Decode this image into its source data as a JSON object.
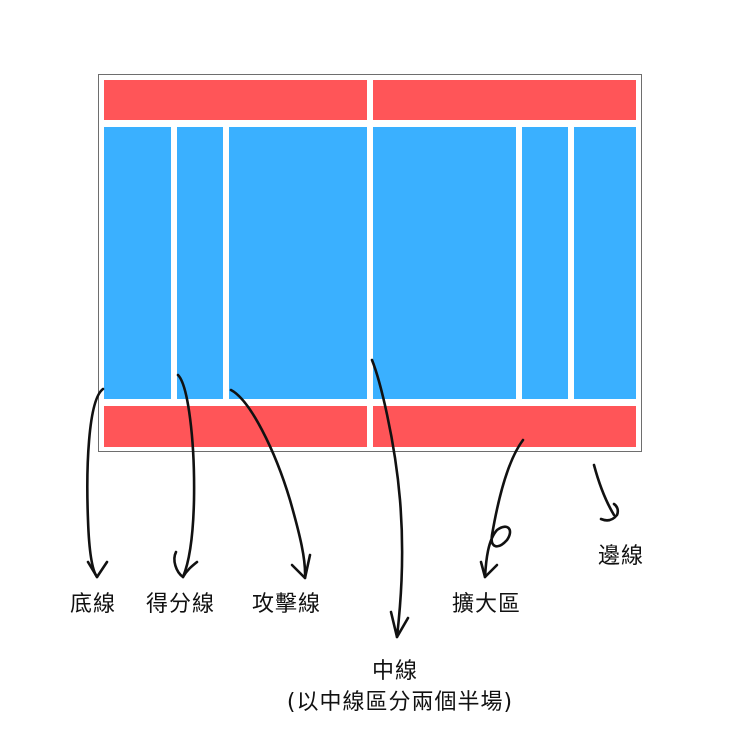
{
  "diagram": {
    "title": "",
    "colors": {
      "zone_red": "#ff5558",
      "court_blue": "#3ab0ff",
      "border": "#6e6e6e",
      "arrow": "#111111",
      "background": "#ffffff"
    },
    "court": {
      "top_zones": [
        {
          "name": "top-left-extended-zone"
        },
        {
          "name": "top-right-extended-zone"
        }
      ],
      "columns": [
        {
          "name": "left-end-column"
        },
        {
          "name": "left-scoring-column"
        },
        {
          "name": "left-attack-column"
        },
        {
          "name": "right-attack-column"
        },
        {
          "name": "right-scoring-column"
        },
        {
          "name": "right-end-column"
        }
      ],
      "bottom_zones": [
        {
          "name": "bottom-left-extended-zone"
        },
        {
          "name": "bottom-right-extended-zone"
        }
      ]
    },
    "labels": {
      "baseline": "底線",
      "scoring_line": "得分線",
      "attack_line": "攻擊線",
      "center_line": "中線",
      "center_line_note": "(以中線區分兩個半場)",
      "extended_zone": "擴大區",
      "side_line": "邊線"
    }
  }
}
